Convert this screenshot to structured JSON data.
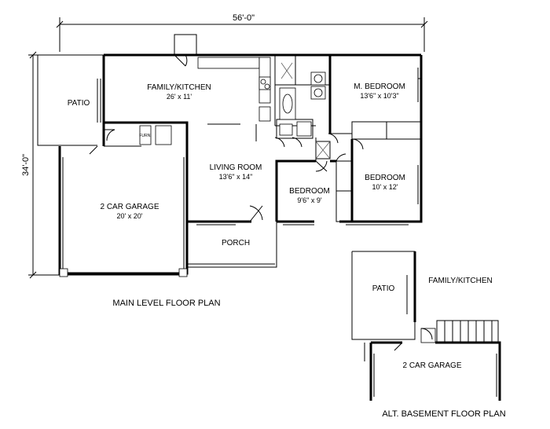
{
  "overall_width": "56'-0\"",
  "overall_depth": "34'-0\"",
  "main_plan": {
    "title": "MAIN LEVEL FLOOR PLAN",
    "rooms": {
      "family_kitchen": {
        "name": "FAMILY/KITCHEN",
        "size": "26' x 11'"
      },
      "patio": {
        "name": "PATIO"
      },
      "master_bedroom": {
        "name": "M. BEDROOM",
        "size": "13'6\" x 10'3\""
      },
      "living_room": {
        "name": "LIVING ROOM",
        "size": "13'6\" x 14\""
      },
      "bedroom_small": {
        "name": "BEDROOM",
        "size": "9'6\" x 9'"
      },
      "bedroom": {
        "name": "BEDROOM",
        "size": "10' x 12'"
      },
      "garage": {
        "name": "2 CAR GARAGE",
        "size": "20' x 20'"
      },
      "porch": {
        "name": "PORCH"
      }
    },
    "fixture_labels": {
      "furnace": "FURN."
    }
  },
  "basement_plan": {
    "title": "ALT. BASEMENT FLOOR PLAN",
    "rooms": {
      "patio": {
        "name": "PATIO"
      },
      "family_kitchen": {
        "name": "FAMILY/KITCHEN"
      },
      "garage": {
        "name": "2 CAR GARAGE"
      }
    }
  }
}
